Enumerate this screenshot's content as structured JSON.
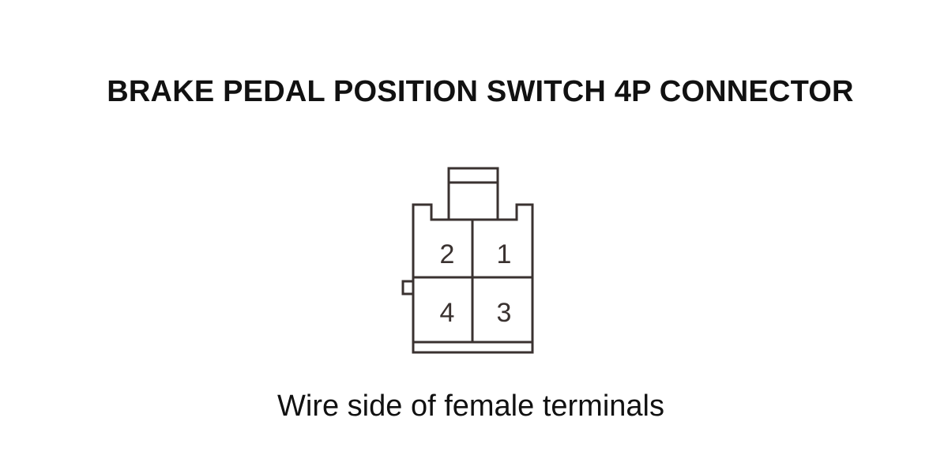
{
  "title": "BRAKE PEDAL POSITION SWITCH 4P CONNECTOR",
  "caption": "Wire side of female terminals",
  "connector": {
    "terminals": [
      {
        "number": "2",
        "row": 0,
        "col": 0
      },
      {
        "number": "1",
        "row": 0,
        "col": 1
      },
      {
        "number": "4",
        "row": 1,
        "col": 0
      },
      {
        "number": "3",
        "row": 1,
        "col": 1
      }
    ],
    "line_color": "#3a3230"
  }
}
